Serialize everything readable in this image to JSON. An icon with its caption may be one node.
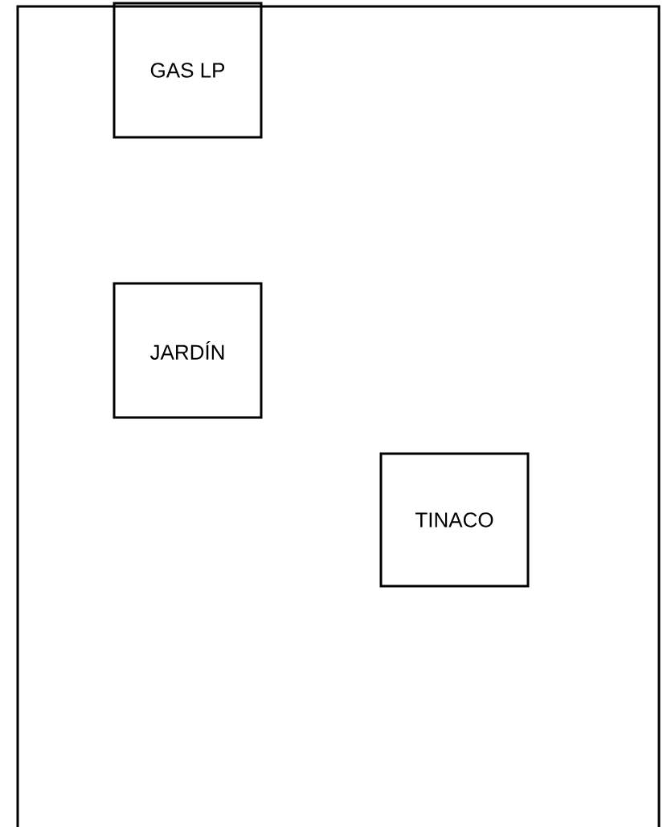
{
  "diagram": {
    "nodes": [
      {
        "text": [],
        "shape": "box"
      },
      {
        "text": [
          "GAS LP"
        ],
        "in": 0
      },
      {
        "text": [
          "JARDÍN"
        ],
        "in": 0
      },
      {
        "text": [
          "TINACO"
        ],
        "in": 0
      }
    ]
  }
}
